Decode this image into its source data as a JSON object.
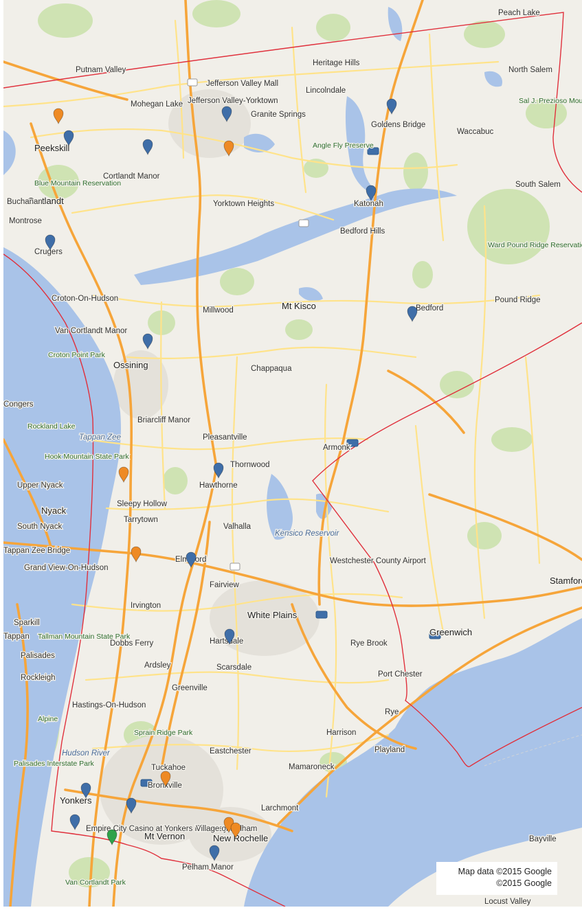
{
  "attribution": {
    "map_data": "Map data ©2015 Google",
    "copyright": "©2015 Google"
  },
  "colors": {
    "land": "#f1efe9",
    "water": "#a9c3e8",
    "park": "#cfe3b3",
    "highway": "#f6a53a",
    "road": "#ffe38a",
    "border": "#e0303c",
    "marker_blue": "#3f6ea8",
    "marker_orange": "#ee8a24",
    "marker_green": "#2ea24a"
  },
  "places": [
    {
      "id": "peekskill",
      "text": "Peekskill",
      "big": true
    },
    {
      "id": "putnam-valley",
      "text": "Putnam Valley"
    },
    {
      "id": "mohegan-lake",
      "text": "Mohegan Lake"
    },
    {
      "id": "jefferson-valley",
      "text": "Jefferson Valley-Yorktown"
    },
    {
      "id": "jefferson-valley-mall",
      "text": "Jefferson Valley Mall"
    },
    {
      "id": "granite-springs",
      "text": "Granite Springs"
    },
    {
      "id": "heritage-hills",
      "text": "Heritage Hills"
    },
    {
      "id": "lincolndale",
      "text": "Lincolndale"
    },
    {
      "id": "peach-lake",
      "text": "Peach Lake"
    },
    {
      "id": "north-salem",
      "text": "North Salem"
    },
    {
      "id": "goldens-bridge",
      "text": "Goldens Bridge"
    },
    {
      "id": "waccabuc",
      "text": "Waccabuc"
    },
    {
      "id": "south-salem",
      "text": "South Salem"
    },
    {
      "id": "cortlandt-manor",
      "text": "Cortlandt Manor"
    },
    {
      "id": "cortlandt",
      "text": "Cortlandt",
      "big": true
    },
    {
      "id": "buchanan",
      "text": "Buchanan"
    },
    {
      "id": "montrose",
      "text": "Montrose"
    },
    {
      "id": "crugers",
      "text": "Crugers"
    },
    {
      "id": "yorktown-heights",
      "text": "Yorktown Heights"
    },
    {
      "id": "katonah",
      "text": "Katonah"
    },
    {
      "id": "bedford-hills",
      "text": "Bedford Hills"
    },
    {
      "id": "bedford",
      "text": "Bedford"
    },
    {
      "id": "pound-ridge",
      "text": "Pound Ridge"
    },
    {
      "id": "mt-kisco",
      "text": "Mt Kisco",
      "big": true
    },
    {
      "id": "croton-on-hudson",
      "text": "Croton-On-Hudson"
    },
    {
      "id": "van-cortlandt-manor",
      "text": "Van Cortlandt Manor"
    },
    {
      "id": "croton-point-park",
      "text": "Croton Point Park",
      "kind": "park"
    },
    {
      "id": "millwood",
      "text": "Millwood"
    },
    {
      "id": "ossining",
      "text": "Ossining",
      "big": true
    },
    {
      "id": "chappaqua",
      "text": "Chappaqua"
    },
    {
      "id": "briarcliff-manor",
      "text": "Briarcliff Manor"
    },
    {
      "id": "pleasantville",
      "text": "Pleasantville"
    },
    {
      "id": "armonk",
      "text": "Armonk"
    },
    {
      "id": "thornwood",
      "text": "Thornwood"
    },
    {
      "id": "hawthorne",
      "text": "Hawthorne"
    },
    {
      "id": "congers",
      "text": "Congers"
    },
    {
      "id": "rockland-lake",
      "text": "Rockland Lake",
      "kind": "park"
    },
    {
      "id": "hook-mountain",
      "text": "Hook Mountain State Park",
      "kind": "park"
    },
    {
      "id": "upper-nyack",
      "text": "Upper Nyack"
    },
    {
      "id": "nyack",
      "text": "Nyack",
      "big": true
    },
    {
      "id": "south-nyack",
      "text": "South Nyack"
    },
    {
      "id": "sleepy-hollow",
      "text": "Sleepy Hollow"
    },
    {
      "id": "tarrytown",
      "text": "Tarrytown"
    },
    {
      "id": "tappan-zee-bridge",
      "text": "Tappan Zee Bridge"
    },
    {
      "id": "tappan-zee",
      "text": "Tappan Zee",
      "kind": "water"
    },
    {
      "id": "hudson-river",
      "text": "Hudson River",
      "kind": "water"
    },
    {
      "id": "grand-view",
      "text": "Grand View-On-Hudson"
    },
    {
      "id": "valhalla",
      "text": "Valhalla"
    },
    {
      "id": "kensico",
      "text": "Kensico Reservoir",
      "kind": "water"
    },
    {
      "id": "elmsford",
      "text": "Elmsford"
    },
    {
      "id": "westchester-airport",
      "text": "Westchester County Airport"
    },
    {
      "id": "fairview",
      "text": "Fairview"
    },
    {
      "id": "white-plains",
      "text": "White Plains",
      "big": true
    },
    {
      "id": "irvington",
      "text": "Irvington"
    },
    {
      "id": "sparkill",
      "text": "Sparkill"
    },
    {
      "id": "tallman",
      "text": "Tallman Mountain State Park",
      "kind": "park"
    },
    {
      "id": "tappan",
      "text": "Tappan"
    },
    {
      "id": "palisades",
      "text": "Palisades"
    },
    {
      "id": "dobbs-ferry",
      "text": "Dobbs Ferry"
    },
    {
      "id": "ardsley",
      "text": "Ardsley"
    },
    {
      "id": "hartsdale",
      "text": "Hartsdale"
    },
    {
      "id": "scarsdale",
      "text": "Scarsdale"
    },
    {
      "id": "rye-brook",
      "text": "Rye Brook"
    },
    {
      "id": "port-chester",
      "text": "Port Chester"
    },
    {
      "id": "greenwich",
      "text": "Greenwich",
      "big": true
    },
    {
      "id": "stamford",
      "text": "Stamford",
      "big": true
    },
    {
      "id": "rockleigh",
      "text": "Rockleigh"
    },
    {
      "id": "hastings",
      "text": "Hastings-On-Hudson"
    },
    {
      "id": "greenville",
      "text": "Greenville"
    },
    {
      "id": "alpine",
      "text": "Alpine",
      "kind": "park"
    },
    {
      "id": "harrison",
      "text": "Harrison"
    },
    {
      "id": "rye",
      "text": "Rye"
    },
    {
      "id": "playland",
      "text": "Playland"
    },
    {
      "id": "sprain-ridge",
      "text": "Sprain Ridge Park",
      "kind": "park"
    },
    {
      "id": "palisades-park",
      "text": "Palisades Interstate Park",
      "kind": "park"
    },
    {
      "id": "eastchester",
      "text": "Eastchester"
    },
    {
      "id": "tuckahoe",
      "text": "Tuckahoe"
    },
    {
      "id": "mamaroneck",
      "text": "Mamaroneck"
    },
    {
      "id": "bronxville",
      "text": "Bronxville"
    },
    {
      "id": "yonkers",
      "text": "Yonkers",
      "big": true
    },
    {
      "id": "larchmont",
      "text": "Larchmont"
    },
    {
      "id": "empire-city",
      "text": "Empire City Casino at Yonkers Raceway"
    },
    {
      "id": "mt-vernon",
      "text": "Mt Vernon",
      "big": true
    },
    {
      "id": "village-of-pelham",
      "text": "Village of Pelham"
    },
    {
      "id": "new-rochelle",
      "text": "New Rochelle",
      "big": true
    },
    {
      "id": "pelham-manor",
      "text": "Pelham Manor"
    },
    {
      "id": "van-cortlandt-park",
      "text": "Van Cortlandt Park",
      "kind": "park"
    },
    {
      "id": "bayville",
      "text": "Bayville"
    },
    {
      "id": "locust-valley",
      "text": "Locust Valley"
    },
    {
      "id": "ward-pound",
      "text": "Ward Pound Ridge Reservation",
      "kind": "park"
    },
    {
      "id": "blue-mountain",
      "text": "Blue Mountain Reservation",
      "kind": "park"
    },
    {
      "id": "pierpont",
      "text": "Sal J. Prezioso Mountain Lakes Park",
      "kind": "park"
    },
    {
      "id": "angle-fly",
      "text": "Angle Fly Preserve",
      "kind": "park"
    }
  ],
  "markers": [
    {
      "id": "m1",
      "color": "orange"
    },
    {
      "id": "m2",
      "color": "blue"
    },
    {
      "id": "m3",
      "color": "blue"
    },
    {
      "id": "m4",
      "color": "blue"
    },
    {
      "id": "m5",
      "color": "orange"
    },
    {
      "id": "m6",
      "color": "blue"
    },
    {
      "id": "m7",
      "color": "blue"
    },
    {
      "id": "m8",
      "color": "blue"
    },
    {
      "id": "m9",
      "color": "blue"
    },
    {
      "id": "m10",
      "color": "blue"
    },
    {
      "id": "m11",
      "color": "orange"
    },
    {
      "id": "m12",
      "color": "blue"
    },
    {
      "id": "m13",
      "color": "orange"
    },
    {
      "id": "m14",
      "color": "blue"
    },
    {
      "id": "m15",
      "color": "blue"
    },
    {
      "id": "m16",
      "color": "orange"
    },
    {
      "id": "m17",
      "color": "blue"
    },
    {
      "id": "m18",
      "color": "blue"
    },
    {
      "id": "m19",
      "color": "blue"
    },
    {
      "id": "m20",
      "color": "green"
    },
    {
      "id": "m21",
      "color": "orange"
    },
    {
      "id": "m22",
      "color": "orange"
    },
    {
      "id": "m23",
      "color": "blue"
    }
  ]
}
